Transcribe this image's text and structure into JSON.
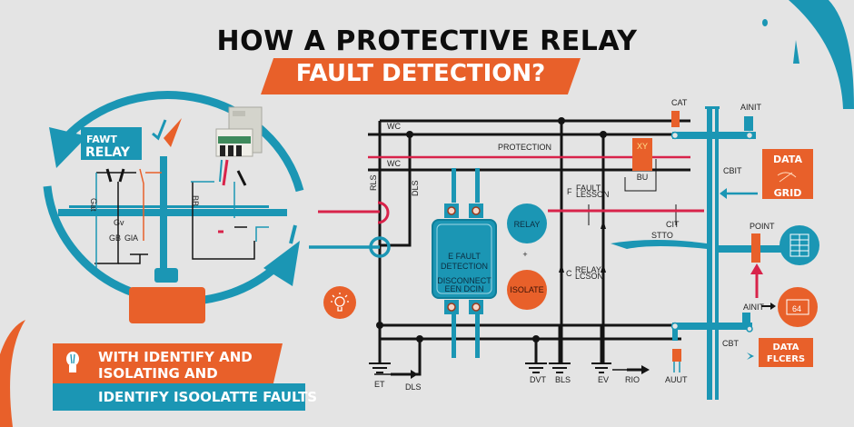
{
  "title": {
    "line1": "HOW A PROTECTIVE RELAY",
    "line2": "FAULT DETECTION?"
  },
  "left_panel": {
    "relay_label_line1": "FAWT",
    "relay_label_line2": "RELAY",
    "small_labels": [
      "Gat",
      "Gv",
      "GB",
      "GlA",
      "BB"
    ]
  },
  "bottom_banner": {
    "line1": "WITH IDENTIFY AND",
    "line2": "ISOLATING AND",
    "line3": "IDENTIFY ISOOLATTE FAULTS"
  },
  "schematic": {
    "bus_labels": [
      "WC",
      "WC"
    ],
    "protection_label": "PROTECTION",
    "fault_module_line1": "E FAULT",
    "fault_module_line2": "DETECTION",
    "fault_module_sub1": "DISCONNECT",
    "fault_module_sub2": "EEN DCIN",
    "relay_circle": "RELAY",
    "plus": "+",
    "isolate_circle": "ISOLATE",
    "fault_lesson_prefix": "F",
    "fault_lesson_line1": "FAULT",
    "fault_lesson_line2": "LESSON",
    "relay_lesson_prefix": "C",
    "relay_lesson_line1": "RELAY",
    "relay_lesson_line2": "LCSON",
    "orange_block_top": "XY",
    "orange_block_bottom": "BU",
    "ground_labels": [
      "ET",
      "DLS",
      "DVT",
      "BLS",
      "EV",
      "RIO",
      "AUUT"
    ],
    "side_small": [
      "RLS",
      "DLS"
    ]
  },
  "right_panel": {
    "cat_label": "CAT",
    "ainit_label": "AINIT",
    "cbit_label": "CBIT",
    "cit_label": "CIT",
    "stto_label": "STTO",
    "point_label": "POINT",
    "ainit2_label": "AINIT",
    "cbt_label": "CBT",
    "data_grid_line1": "DATA",
    "data_grid_line2": "GRID",
    "data_flcers_line1": "DATA",
    "data_flcers_line2": "FLCERS",
    "counter_value": "64"
  },
  "colors": {
    "orange": "#e8602a",
    "teal": "#1b96b4",
    "red": "#d8234a",
    "black": "#141414",
    "background": "#e4e4e4"
  }
}
